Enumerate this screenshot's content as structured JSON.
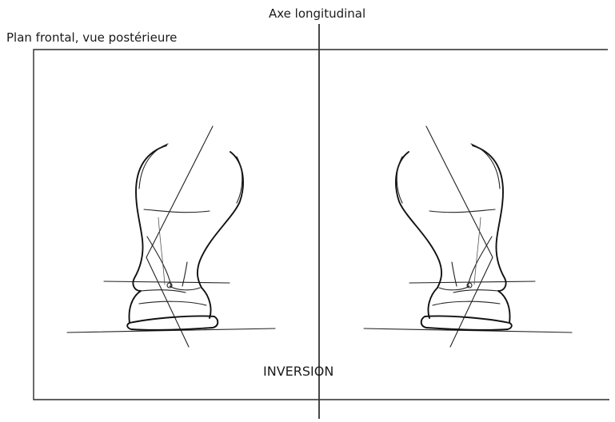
{
  "labels": {
    "axis": "Axe longitudinal",
    "plane": "Plan frontal, vue postérieure",
    "caption": "INVERSION"
  },
  "colors": {
    "background": "#ffffff",
    "lines": "#222222"
  }
}
